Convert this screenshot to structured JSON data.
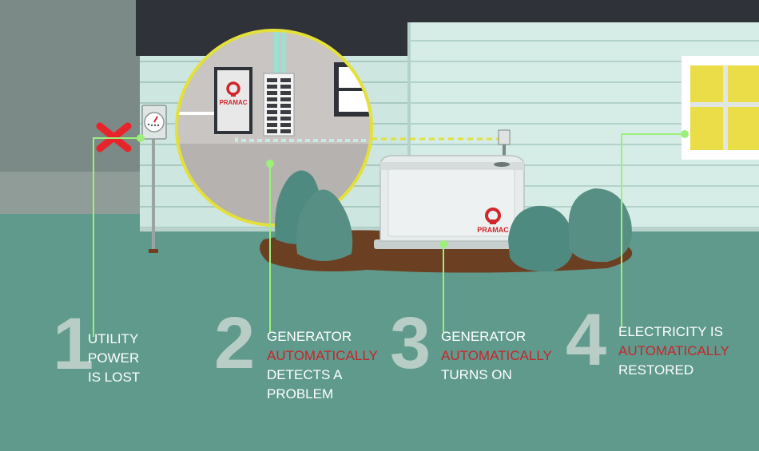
{
  "brand": {
    "name": "PRAMAC",
    "color": "#d0262c"
  },
  "colors": {
    "ground": "#5f9a8c",
    "house_siding": "#cde6df",
    "roof": "#2f3238",
    "step_number": "#b7cdc6",
    "highlight": "#c8252b",
    "callout_line": "#9cf07a",
    "window_glass": "#e5d844",
    "bush": "#4f8a80",
    "mulch": "#6b3f22"
  },
  "icons": [
    "x-mark-icon",
    "electric-meter-icon",
    "transfer-switch-icon",
    "breaker-panel-icon",
    "generator-icon",
    "window-icon",
    "bush-icon"
  ],
  "steps": [
    {
      "number": "1",
      "lines": [
        {
          "text": "UTILITY",
          "highlight": false
        },
        {
          "text": "POWER",
          "highlight": false
        },
        {
          "text": "IS LOST",
          "highlight": false
        }
      ]
    },
    {
      "number": "2",
      "lines": [
        {
          "text": "GENERATOR",
          "highlight": false
        },
        {
          "text": "AUTOMATICALLY",
          "highlight": true
        },
        {
          "text": "DETECTS A",
          "highlight": false
        },
        {
          "text": "PROBLEM",
          "highlight": false
        }
      ]
    },
    {
      "number": "3",
      "lines": [
        {
          "text": "GENERATOR",
          "highlight": false
        },
        {
          "text": "AUTOMATICALLY",
          "highlight": true
        },
        {
          "text": "TURNS ON",
          "highlight": false
        }
      ]
    },
    {
      "number": "4",
      "lines": [
        {
          "text": "ELECTRICITY IS",
          "highlight": false
        },
        {
          "text": "AUTOMATICALLY",
          "highlight": true
        },
        {
          "text": "RESTORED",
          "highlight": false
        }
      ]
    }
  ]
}
